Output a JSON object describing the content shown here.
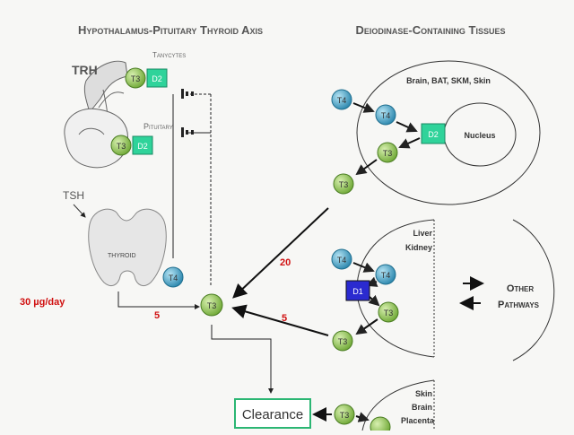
{
  "left_title": "Hypothalamus-Pituitary Thyroid Axis",
  "right_title": "Deiodinase-Containing Tissues",
  "labels": {
    "trh": "TRH",
    "tanycytes": "Tanycytes",
    "pituitary": "Pituitary",
    "tsh": "TSH",
    "thyroid": "THYROID",
    "secretion": "30 µg/day",
    "arrow_5_thyroid": "5",
    "arrow_20": "20",
    "arrow_5_liver": "5",
    "clearance": "Clearance",
    "brain_tissues": "Brain, BAT, SKM, Skin",
    "nucleus": "Nucleus",
    "liver": "Liver",
    "kidney": "Kidney",
    "other": "Other",
    "pathways": "Pathways",
    "skin": "Skin",
    "brain": "Brain",
    "placenta": "Placenta"
  },
  "nodes": {
    "t3": "T3",
    "t4": "T4",
    "d2": "D2",
    "d1": "D1"
  },
  "colors": {
    "t3_fill": "#8cc84b",
    "t4_fill": "#3aa0c8",
    "d2_fill": "#2fd39a",
    "d1_fill": "#2a2ad0",
    "title": "#555555",
    "red_label": "#d01010",
    "clearance_border": "#2bb673"
  }
}
